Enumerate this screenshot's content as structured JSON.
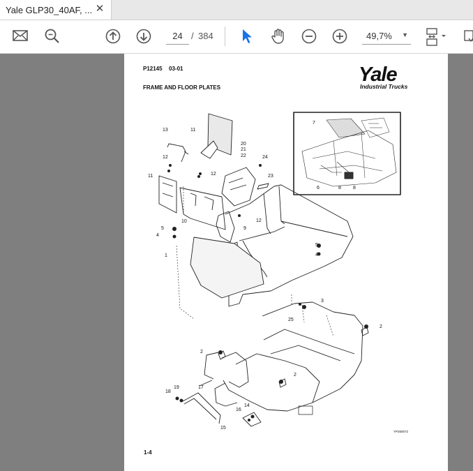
{
  "tab": {
    "title": "Yale GLP30_40AF, ...",
    "close_glyph": "✕"
  },
  "toolbar": {
    "icons": [
      "mail-icon",
      "search-icon",
      "arrow-up-circle-icon",
      "arrow-down-circle-icon",
      "pointer-icon",
      "hand-icon",
      "zoom-out-icon",
      "zoom-in-icon",
      "page-layout-icon",
      "chevron-down-icon",
      "rotate-icon"
    ],
    "current_page": "24",
    "page_separator": "/",
    "total_pages": "384",
    "zoom": "49,7%",
    "zoom_caret": "▼",
    "accent_color": "#1a73e8"
  },
  "document": {
    "code": "P12145",
    "date": "03-01",
    "title": "FRAME AND FLOOR PLATES",
    "brand": "Yale",
    "brand_sub": "Industrial Trucks",
    "figure_code": "YP260072",
    "page_number": "1-4",
    "callouts": [
      "13",
      "11",
      "12",
      "11",
      "12",
      "10",
      "9",
      "12",
      "5",
      "4",
      "1",
      "20",
      "21",
      "22",
      "24",
      "23",
      "7",
      "6",
      "8",
      "8",
      "5",
      "4",
      "3",
      "25",
      "2",
      "2",
      "2",
      "19",
      "18",
      "17",
      "14",
      "16",
      "15"
    ]
  }
}
